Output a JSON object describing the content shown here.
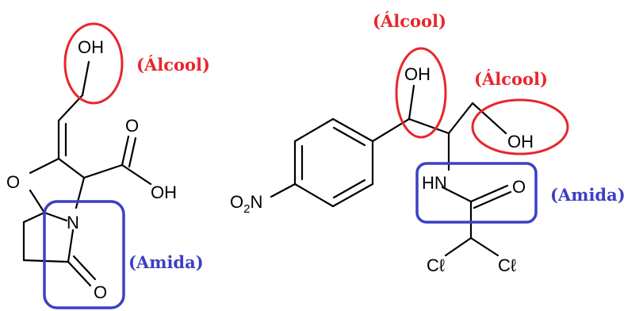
{
  "molecule_left": {
    "atoms": {
      "oh_top": "OH",
      "o_carbonyl": "O",
      "o_ring": "O",
      "oh_acid": "OH",
      "n": "N",
      "o_lactam": "O"
    },
    "labels": {
      "alcohol": "(Álcool)",
      "amide": "(Amida)"
    }
  },
  "molecule_right": {
    "atoms": {
      "o2n": "O",
      "o2n_sub": "2",
      "o2n_n": "N",
      "oh_left": "OH",
      "oh_right": "OH",
      "hn": "HN",
      "o_amide": "O",
      "cl_left": "Cℓ",
      "cl_right": "Cℓ"
    },
    "labels": {
      "alcohol_top": "(Álcool)",
      "alcohol_right": "(Álcool)",
      "amide": "(Amida)"
    }
  },
  "colors": {
    "alcohol_highlight": "#e8262b",
    "amide_highlight": "#3b40c4"
  }
}
